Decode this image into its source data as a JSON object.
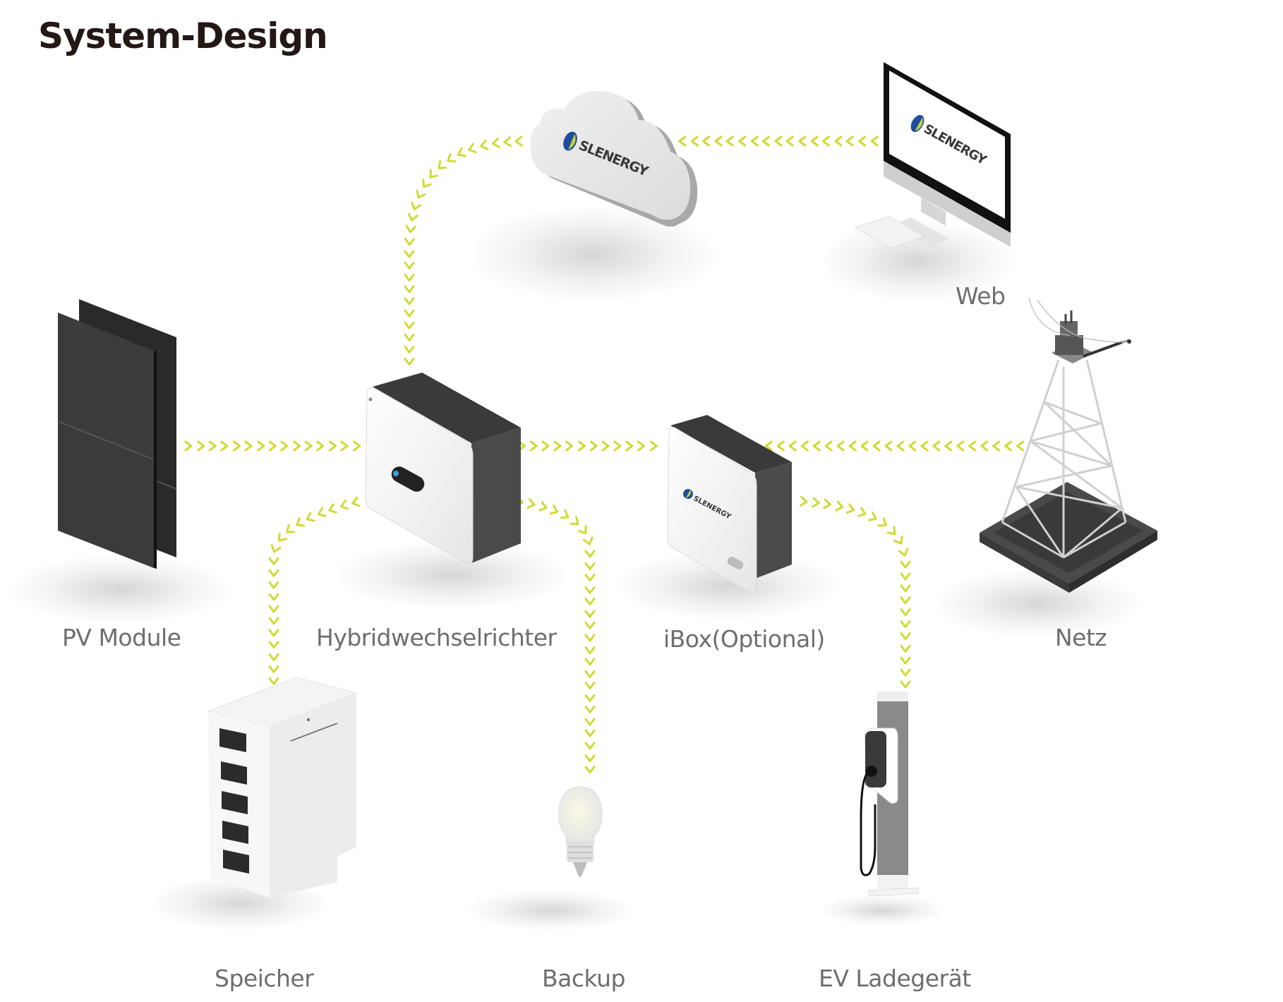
{
  "page": {
    "title": "System-Design"
  },
  "colors": {
    "flow_arrow": "#d2d935",
    "label_text": "#6e6e6e",
    "title_text": "#231815",
    "brand_blue": "#1f4e9c",
    "brand_green": "#c9d33a"
  },
  "components": {
    "pv_module": {
      "label": "PV Module",
      "icon": "solar-panel-icon"
    },
    "inverter": {
      "label": "Hybridwechselrichter",
      "icon": "inverter-icon"
    },
    "ibox": {
      "label": "iBox(Optional)",
      "icon": "ibox-icon",
      "brand": "SLENERGY"
    },
    "grid": {
      "label": "Netz",
      "icon": "power-tower-icon"
    },
    "web": {
      "label": "Web",
      "icon": "monitor-icon",
      "brand": "SLENERGY"
    },
    "cloud": {
      "icon": "cloud-icon",
      "brand": "SLENERGY"
    },
    "storage": {
      "label": "Speicher",
      "icon": "battery-storage-icon"
    },
    "backup": {
      "label": "Backup",
      "icon": "light-bulb-icon"
    },
    "ev_charger": {
      "label": "EV Ladegerät",
      "icon": "ev-charger-icon"
    }
  },
  "flows": [
    {
      "from": "pv_module",
      "to": "inverter"
    },
    {
      "from": "inverter",
      "to": "ibox"
    },
    {
      "from": "grid",
      "to": "ibox"
    },
    {
      "from": "web",
      "to": "cloud"
    },
    {
      "from": "cloud",
      "to": "inverter"
    },
    {
      "from": "inverter",
      "to": "storage"
    },
    {
      "from": "inverter",
      "to": "backup"
    },
    {
      "from": "ibox",
      "to": "ev_charger"
    }
  ]
}
